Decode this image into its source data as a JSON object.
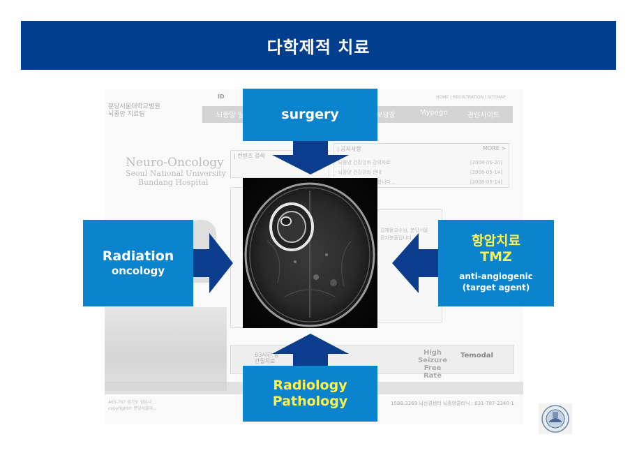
{
  "title": "다학제적 치료",
  "colors": {
    "title_bg": "#023e8e",
    "box_bg": "#0b84cd",
    "arrow": "#0b3d8c",
    "highlight_text": "#fff24f"
  },
  "nodes": {
    "surgery": {
      "label": "surgery"
    },
    "radiation": {
      "line1": "Radiation",
      "line2": "oncology"
    },
    "chemo": {
      "line1": "항암치료",
      "line2": "TMZ",
      "line3": "anti-angiogenic",
      "line4": "(target agent)"
    },
    "radiology": {
      "line1": "Radiology",
      "line2": "Pathology"
    }
  },
  "center_image": "brain-mri-scan",
  "background": {
    "id_label": "ID",
    "top_links": "HOME | REGISTRATION | SITEMAP",
    "hospital_name_1": "분당서울대학교병원",
    "hospital_name_2": "뇌종양 지료팀",
    "nav_items": [
      "뇌종양 일",
      "정보광장",
      "Mypage",
      "관련사이트"
    ],
    "logo_line1": "Neuro-Oncology",
    "logo_line2": "Seoul National University",
    "logo_line3": "Bundang Hospital",
    "content_search": "| 컨텐츠 검색",
    "notice_title": "| 공지사항",
    "more": "MORE >",
    "notices": [
      {
        "text": "· 뇌종양 건강강좌 강의자료",
        "date": "[2008-06-20]"
      },
      {
        "text": "· 뇌종양 건강강좌 안내",
        "date": "[2008-05-14]"
      },
      {
        "text": "· 뇌종양 ...것을 환영합니다...",
        "date": "[2008-05-14]"
      }
    ],
    "mid_text_1": "김재용교수님, 분당서울",
    "mid_text_2": "환자분들입니다.",
    "high_text_1": "High",
    "high_text_2": "Seizure Free",
    "high_text_3": "Rate",
    "temodal": "Temodal",
    "banner_63_1": "63시간 방",
    "banner_63_2": "간질치료",
    "footer_line1": "463-707 경기도 성남시 ...",
    "footer_line2": "copyright© 분당서울대...",
    "footer_right": "1588-3369  뇌신경센터 뇌종양클리닉 : 031-787-2340-1"
  }
}
